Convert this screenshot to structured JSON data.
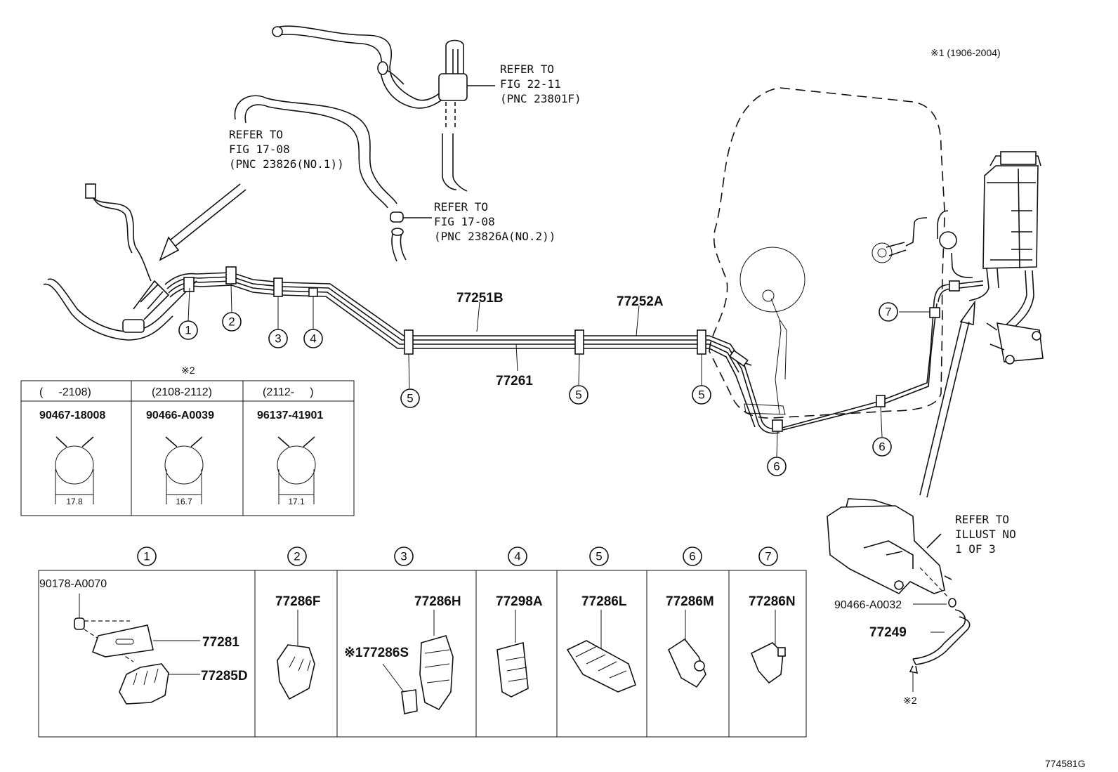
{
  "footnotes": {
    "note1": "※1 (1906-2004)",
    "note2_header": "※2",
    "note2_marker": "※2",
    "figure_id": "774581G"
  },
  "references": {
    "ref_22_11": [
      "REFER TO",
      "FIG 22-11",
      "(PNC 23801F)"
    ],
    "ref_17_08_a": [
      "REFER TO",
      "FIG 17-08",
      "(PNC 23826(NO.1))"
    ],
    "ref_17_08_b": [
      "REFER TO",
      "FIG 17-08",
      "(PNC 23826A(NO.2))"
    ],
    "ref_illust": [
      "REFER TO",
      "ILLUST NO",
      "1 OF 3"
    ]
  },
  "main_parts": {
    "tube_a": "77251B",
    "tube_b": "77252A",
    "tube_c": "77261",
    "hose": "77249",
    "clip": "90466-A0032"
  },
  "callouts": [
    "1",
    "2",
    "3",
    "4",
    "5",
    "6",
    "7"
  ],
  "clamp_table": {
    "columns": [
      {
        "range": "(     -2108)",
        "part": "90467-18008",
        "dim": "17.8"
      },
      {
        "range": "(2108-2112)",
        "part": "90466-A0039",
        "dim": "16.7"
      },
      {
        "range": "(2112-     )",
        "part": "96137-41901",
        "dim": "17.1"
      }
    ]
  },
  "detail_panels": [
    {
      "num": "1",
      "parts": [
        "90178-A0070",
        "77281",
        "77285D"
      ]
    },
    {
      "num": "2",
      "parts": [
        "77286F"
      ]
    },
    {
      "num": "3",
      "parts": [
        "77286H",
        "※177286S"
      ]
    },
    {
      "num": "4",
      "parts": [
        "77298A"
      ]
    },
    {
      "num": "5",
      "parts": [
        "77286L"
      ]
    },
    {
      "num": "6",
      "parts": [
        "77286M"
      ]
    },
    {
      "num": "7",
      "parts": [
        "77286N"
      ]
    }
  ]
}
